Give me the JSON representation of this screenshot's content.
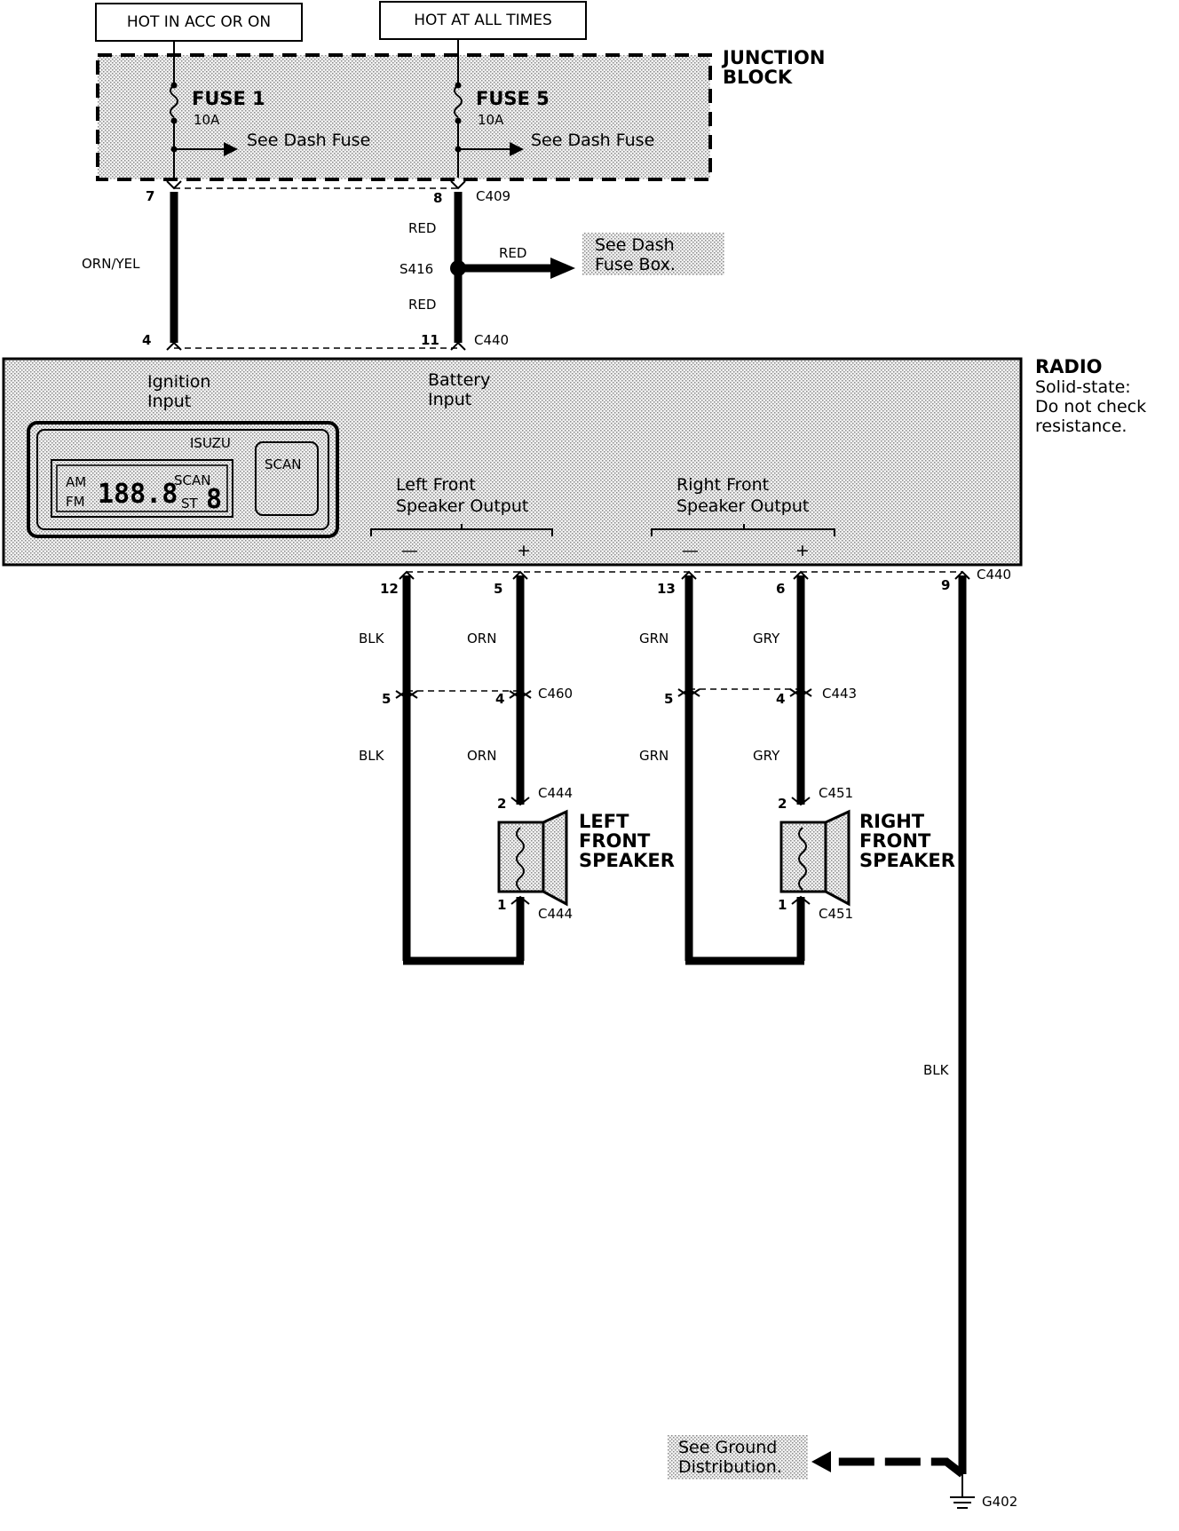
{
  "power": {
    "acc": "HOT IN ACC OR ON",
    "all_times": "HOT AT ALL TIMES"
  },
  "junction_block": {
    "title_line1": "JUNCTION",
    "title_line2": "BLOCK",
    "fuse1": {
      "name": "FUSE 1",
      "rating": "10A",
      "ref": "See Dash Fuse"
    },
    "fuse5": {
      "name": "FUSE 5",
      "rating": "10A",
      "ref": "See Dash Fuse"
    }
  },
  "connectors": {
    "c409": "C409",
    "c440": "C440",
    "c460": "C460",
    "c443": "C443",
    "c444": "C444",
    "c451": "C451",
    "s416": "S416",
    "g402": "G402"
  },
  "pins": {
    "ign_top": "7",
    "bat_top": "8",
    "ign_bot": "4",
    "bat_bot": "11",
    "lf_neg": "12",
    "lf_pos": "5",
    "rf_neg": "13",
    "rf_pos": "6",
    "gnd": "9",
    "c460_neg": "5",
    "c460_pos": "4",
    "c443_neg": "5",
    "c443_pos": "4",
    "lspk_pos": "2",
    "lspk_neg": "1",
    "rspk_pos": "2",
    "rspk_neg": "1"
  },
  "wires": {
    "orn_yel": "ORN/YEL",
    "red": "RED",
    "blk": "BLK",
    "orn": "ORN",
    "grn": "GRN",
    "gry": "GRY"
  },
  "notes": {
    "dash_fuse_line1": "See Dash",
    "dash_fuse_line2": "Fuse Box.",
    "ground_line1": "See Ground",
    "ground_line2": "Distribution."
  },
  "radio": {
    "title": "RADIO",
    "note_line1": "Solid-state:",
    "note_line2": "Do not check",
    "note_line3": "resistance.",
    "ign_line1": "Ignition",
    "ign_line2": "Input",
    "bat_line1": "Battery",
    "bat_line2": "Input",
    "lf_line1": "Left Front",
    "lf_line2": "Speaker Output",
    "rf_line1": "Right Front",
    "rf_line2": "Speaker Output",
    "minus": "—",
    "plus": "+",
    "brand": "ISUZU",
    "scan_button": "SCAN",
    "am": "AM",
    "fm": "FM",
    "freq": "188.8",
    "scan_ind": "SCAN",
    "st": "ST",
    "ch": "8"
  },
  "speakers": {
    "left_line1": "LEFT",
    "left_line2": "FRONT",
    "left_line3": "SPEAKER",
    "right_line1": "RIGHT",
    "right_line2": "FRONT",
    "right_line3": "SPEAKER"
  }
}
